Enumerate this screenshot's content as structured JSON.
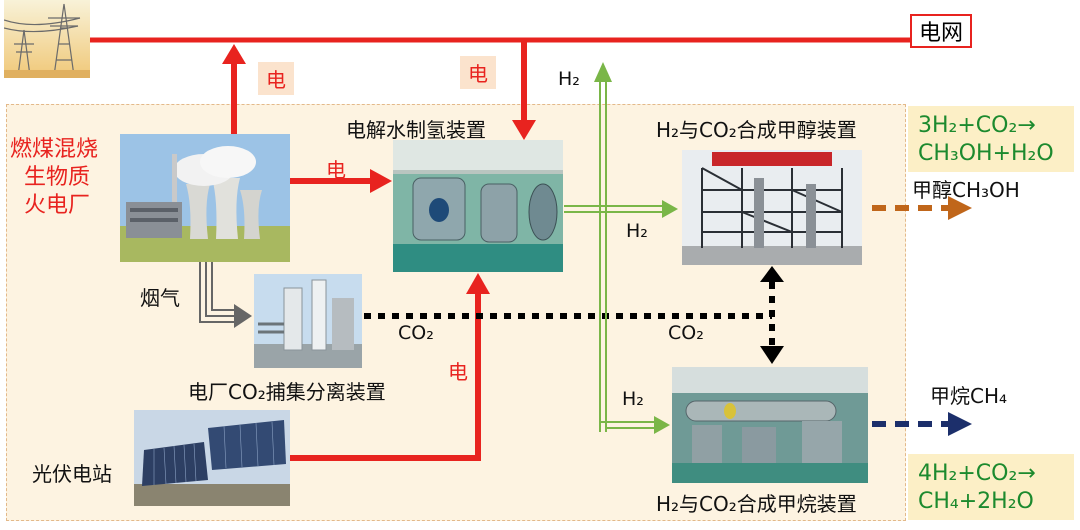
{
  "grid": {
    "label": "电网"
  },
  "plant": {
    "line1": "燃煤混烧",
    "line2": "生物质",
    "line3": "火电厂"
  },
  "flows": {
    "electricity_1": "电",
    "electricity_2": "电",
    "electricity_3": "电",
    "electricity_4": "电",
    "flue_gas": "烟气",
    "co2_1": "CO₂",
    "co2_2": "CO₂",
    "h2_1": "H₂",
    "h2_2": "H₂",
    "h2_3": "H₂"
  },
  "devices": {
    "electrolysis": "电解水制氢装置",
    "capture": "电厂CO₂捕集分离装置",
    "methanol_plant": "H₂与CO₂合成甲醇装置",
    "methane_plant": "H₂与CO₂合成甲烷装置",
    "pv_station": "光伏电站"
  },
  "products": {
    "methanol": "甲醇CH₃OH",
    "methane": "甲烷CH₄"
  },
  "equations": {
    "methanol_line1": "3H₂+CO₂→",
    "methanol_line2": "CH₃OH+H₂O",
    "methane_line1": "4H₂+CO₂→",
    "methane_line2": "CH₄+2H₂O"
  },
  "colors": {
    "electricity": "#e8231f",
    "hydrogen": "#7ab648",
    "co2": "#000000",
    "methanol": "#c0661a",
    "methane": "#1c2f6b",
    "flue_gas": "#666666",
    "equation_text": "#1c8a2e",
    "equation_bg": "#fcefc6",
    "panel_bg": "#fdf3e1"
  }
}
